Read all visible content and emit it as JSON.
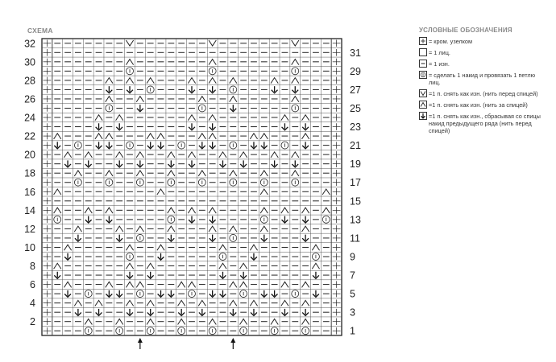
{
  "chart": {
    "title": "СХЕМА",
    "stitches_per_row": 29,
    "rows": 32,
    "left_row_numbers": [
      "32",
      "30",
      "28",
      "26",
      "24",
      "22",
      "20",
      "18",
      "16",
      "14",
      "12",
      "10",
      "8",
      "6",
      "4",
      "2"
    ],
    "right_row_numbers": [
      "31",
      "29",
      "27",
      "25",
      "23",
      "21",
      "19",
      "17",
      "15",
      "13",
      "11",
      "9",
      "7",
      "5",
      "3",
      "1"
    ],
    "start_arrow_label": "↑",
    "row_symbols": {
      "1": "E...O..O..O..O..O..O..O..O..E",
      "2": "E...A..A..A..A..A..A..A..A..E",
      "3": "E..P.P..P.P..P.P..P.P..P.P..E",
      "4": "E..A.A..A.A..A.A..A.A..A.A..E",
      "5": "E.P.O.PP.O.PP.O.PP.O.PP.O.P.E",
      "6": "E.A...A.AA...AA...AA...A.A..E",
      "7": "EP......P.P......P.P......P.E",
      "8": "EA......A.A......A.A......A.E",
      "9": "E.P.....O..P.....O..P.....O.E",
      "10": "E.A.....A..A.....A..A.....A.E",
      "11": "E..P...P.O..P...P.O..P...P..E",
      "12": "E..A...A.A..A...A.A..A...A..E",
      "13": "EO..P.P.....O.P.P....O.P.P.OE",
      "14": "EA..A.A.....A.A.A....A.A.A.AE",
      "15": "E...........................E",
      "16": "EA.........A.........A.....AE",
      "17": "E..O..O..O..O..O..O..O..O...E",
      "18": "E..A..A..A..A..A..A..A..A...E",
      "19": "E.P.P..P.P..P.P..P.P..P.P...E",
      "20": "E.A.A..A.A..A.A..A.A..A.A...E",
      "21": "EP.O.PP.O.PP.O.PP.O.PP.O.P..E",
      "22": "EA...AA...AA...AA...AA...A..E",
      "23": "E....P.P......P.P......P.P..E",
      "24": "E....A.A......A.A......A.A..E",
      "25": "E.....O..P.....O..P.....O...E",
      "26": "E.....A..A.....A..A.....A...E",
      "27": "E.....P.P.O...P.P.O...P.P...E",
      "28": "E.....A.A.A...A.A.A...A.A...E",
      "29": "E.......O.......O.......O...E",
      "30": "E.......A.......A.......A...E",
      "31": "E...........................E",
      "32": "E.......V.......V.......V...E"
    },
    "start_arrow_columns": [
      9,
      18
    ]
  },
  "legend": {
    "title": "УСЛОВНЫЕ ОБОЗНАЧЕНИЯ",
    "items": [
      {
        "symbol": "edge",
        "text": "= кром. узелком"
      },
      {
        "symbol": "knit",
        "text": "= 1 лиц."
      },
      {
        "symbol": "purl",
        "text": "= 1 изн."
      },
      {
        "symbol": "yo",
        "text": "= сделать 1 накид и провязать 1 петлю лиц."
      },
      {
        "symbol": "slip-front",
        "text": "=1 п. снять как изн. (нить перед спицей)"
      },
      {
        "symbol": "slip-back",
        "text": "=1 п. снять как изн. (нить за спицей)"
      },
      {
        "symbol": "drop",
        "text": "=1 п. снять как изн., сбрасывая со спицы накид предыдущего ряда (нить перед спицей)"
      }
    ]
  }
}
